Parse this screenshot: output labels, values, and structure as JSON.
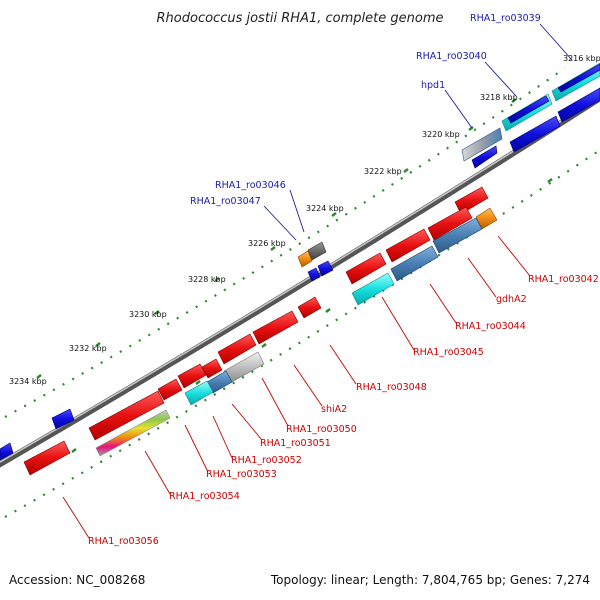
{
  "title": "Rhodococcus jostii RHA1, complete genome",
  "footer": {
    "accession": "Accession: NC_008268",
    "topology": "Topology: linear; Length: 7,804,765 bp; Genes: 7,274"
  },
  "ticks": [
    "3216 kbp",
    "3218 kbp",
    "3220 kbp",
    "3222 kbp",
    "3224 kbp",
    "3226 kbp",
    "3228 kbp",
    "3230 kbp",
    "3232 kbp",
    "3234 kbp"
  ],
  "top_labels": [
    "RHA1_ro03039",
    "RHA1_ro03040",
    "hpd1",
    "RHA1_ro03046",
    "RHA1_ro03047"
  ],
  "bottom_labels": [
    "RHA1_ro03042",
    "gdhA2",
    "RHA1_ro03044",
    "RHA1_ro03045",
    "RHA1_ro03048",
    "shiA2",
    "RHA1_ro03050",
    "RHA1_ro03051",
    "RHA1_ro03052",
    "RHA1_ro03053",
    "RHA1_ro03054",
    "RHA1_ro03056"
  ],
  "colors": {
    "red": "#e81010",
    "blue": "#1010dd",
    "cyan": "#18e0e0",
    "steel": "#4a7fb4",
    "grey": "#bdbdbd",
    "dark_grey": "#6a6a6a",
    "orange": "#f08a10",
    "label_blue": "#1a1aaa",
    "label_red": "#cc0000",
    "tick_green": "#2c8a2c"
  }
}
